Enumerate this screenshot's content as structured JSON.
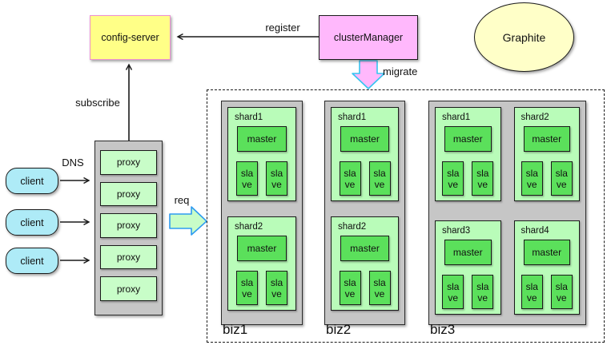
{
  "nodes": {
    "config_server": "config-server",
    "cluster_manager": "clusterManager",
    "graphite": "Graphite",
    "clients": [
      "client",
      "client",
      "client"
    ],
    "proxies": [
      "proxy",
      "proxy",
      "proxy",
      "proxy",
      "proxy"
    ]
  },
  "edges": {
    "register": "register",
    "subscribe": "subscribe",
    "dns": "DNS",
    "req": "req",
    "migrate": "migrate"
  },
  "clusters": [
    {
      "name": "biz1",
      "shards": [
        {
          "name": "shard1",
          "master": "master",
          "slaves": [
            "slave",
            "slave"
          ]
        },
        {
          "name": "shard2",
          "master": "master",
          "slaves": [
            "slave",
            "slave"
          ]
        }
      ]
    },
    {
      "name": "biz2",
      "shards": [
        {
          "name": "shard1",
          "master": "master",
          "slaves": [
            "slave",
            "slave"
          ]
        },
        {
          "name": "shard2",
          "master": "master",
          "slaves": [
            "slave",
            "slave"
          ]
        }
      ]
    },
    {
      "name": "biz3",
      "shards": [
        {
          "name": "shard1",
          "master": "master",
          "slaves": [
            "slave",
            "slave"
          ]
        },
        {
          "name": "shard2",
          "master": "master",
          "slaves": [
            "slave",
            "slave"
          ]
        },
        {
          "name": "shard3",
          "master": "master",
          "slaves": [
            "slave",
            "slave"
          ]
        },
        {
          "name": "shard4",
          "master": "master",
          "slaves": [
            "slave",
            "slave"
          ]
        }
      ]
    }
  ],
  "colors": {
    "config_server_fill": "#ffff87",
    "config_server_border": "#ee8fd0",
    "cluster_manager_fill": "#ffb8fc",
    "graphite_fill": "#ffffc8",
    "client_fill": "#aeebf7",
    "proxy_fill": "#c8fdc8",
    "container_gray": "#c6c6c6",
    "shard_fill": "#b9fcb9",
    "node_green": "#5be05b",
    "req_arrow_fill": "#c8fdc8",
    "req_arrow_stroke": "#2e9bf0",
    "migrate_arrow_fill": "#ffb8fc",
    "migrate_arrow_stroke": "#35c4f0",
    "line_color": "#1a1a1a"
  }
}
